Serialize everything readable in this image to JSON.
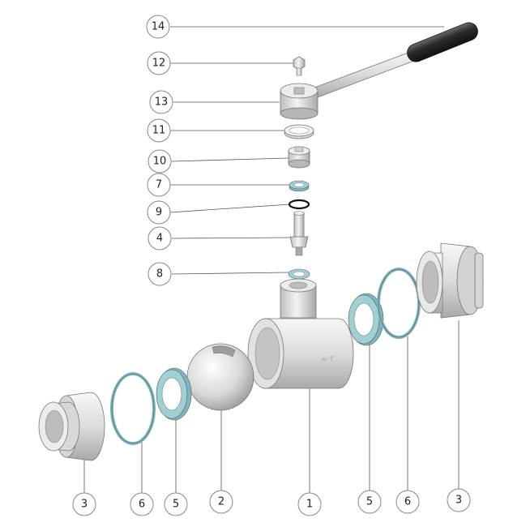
{
  "diagram": {
    "title": "",
    "callouts": [
      {
        "id": "c14",
        "label": "14"
      },
      {
        "id": "c12",
        "label": "12"
      },
      {
        "id": "c13",
        "label": "13"
      },
      {
        "id": "c11",
        "label": "11"
      },
      {
        "id": "c10",
        "label": "10"
      },
      {
        "id": "c7",
        "label": "7"
      },
      {
        "id": "c9",
        "label": "9"
      },
      {
        "id": "c4",
        "label": "4"
      },
      {
        "id": "c8",
        "label": "8"
      },
      {
        "id": "c3l",
        "label": "3"
      },
      {
        "id": "c6l",
        "label": "6"
      },
      {
        "id": "c5l",
        "label": "5"
      },
      {
        "id": "c2",
        "label": "2"
      },
      {
        "id": "c1",
        "label": "1"
      },
      {
        "id": "c5r",
        "label": "5"
      },
      {
        "id": "c6r",
        "label": "6"
      },
      {
        "id": "c3r",
        "label": "3"
      }
    ],
    "parts": [
      {
        "id": "handle-lever",
        "callout": "14"
      },
      {
        "id": "screw",
        "callout": "12"
      },
      {
        "id": "handle-hub",
        "callout": "13"
      },
      {
        "id": "ring-11",
        "callout": "11"
      },
      {
        "id": "nut",
        "callout": "10"
      },
      {
        "id": "seal-7",
        "callout": "7"
      },
      {
        "id": "o-ring",
        "callout": "9"
      },
      {
        "id": "stem",
        "callout": "4"
      },
      {
        "id": "seal-8",
        "callout": "8"
      },
      {
        "id": "left-end-connector",
        "callout": "3"
      },
      {
        "id": "left-gasket",
        "callout": "6"
      },
      {
        "id": "left-seat",
        "callout": "5"
      },
      {
        "id": "ball",
        "callout": "2"
      },
      {
        "id": "body",
        "callout": "1"
      },
      {
        "id": "right-seat",
        "callout": "5"
      },
      {
        "id": "right-gasket",
        "callout": "6"
      },
      {
        "id": "right-end-connector",
        "callout": "3"
      }
    ],
    "colors": {
      "metal_light": "#eeeeee",
      "metal_mid": "#cfcfcf",
      "metal_dark": "#9a9a9a",
      "seal_teal": "#8fc9c9",
      "handle_grip": "#2b2b2b",
      "outline": "#555555"
    }
  }
}
